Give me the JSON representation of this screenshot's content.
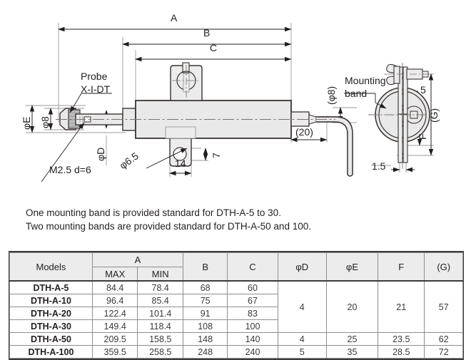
{
  "drawing": {
    "dimensions": {
      "A": "A",
      "B": "B",
      "C": "C",
      "phiE": "φE",
      "phi8_left": "φ8",
      "phiD": "φD",
      "phi6_5": "φ6.5",
      "w14": "14",
      "h7": "7",
      "cable20": "(20)",
      "phi8_right": "(φ8)",
      "band5": "5",
      "bandG": "(G)",
      "bandF": "F",
      "band1_5": "1.5"
    },
    "annotations": {
      "probe_line1": "Probe",
      "probe_line2": "X-I-DT",
      "thread": "M2.5 d=6",
      "mounting_line1": "Mounting",
      "mounting_line2": "band"
    },
    "colors": {
      "outline": "#3a3432",
      "body_fill": "#e9e9e9",
      "light_fill": "#f2f2f2",
      "thin_line": "#9a9a9a",
      "center_line": "#7a7270"
    }
  },
  "notes": {
    "line1": "One mounting band is provided standard for DTH-A-5 to 30.",
    "line2": "Two mounting bands are provided standard for DTH-A-50 and 100."
  },
  "table": {
    "headers": {
      "models": "Models",
      "a": "A",
      "a_max": "MAX",
      "a_min": "MIN",
      "b": "B",
      "c": "C",
      "phi_d": "φD",
      "phi_e": "φE",
      "f": "F",
      "g": "(G)"
    },
    "rows": [
      {
        "model": "DTH-A-5",
        "a_max": "84.4",
        "a_min": "78.4",
        "b": "68",
        "c": "60"
      },
      {
        "model": "DTH-A-10",
        "a_max": "96.4",
        "a_min": "85.4",
        "b": "75",
        "c": "67"
      },
      {
        "model": "DTH-A-20",
        "a_max": "122.4",
        "a_min": "101.4",
        "b": "91",
        "c": "83"
      },
      {
        "model": "DTH-A-30",
        "a_max": "149.4",
        "a_min": "118.4",
        "b": "108",
        "c": "100"
      },
      {
        "model": "DTH-A-50",
        "a_max": "209.5",
        "a_min": "158.5",
        "b": "148",
        "c": "140",
        "phi_d": "4",
        "phi_e": "25",
        "f": "23.5",
        "g": "62"
      },
      {
        "model": "DTH-A-100",
        "a_max": "359.5",
        "a_min": "258.5",
        "b": "248",
        "c": "240",
        "phi_d": "5",
        "phi_e": "35",
        "f": "28.5",
        "g": "72"
      }
    ],
    "merged_group": {
      "phi_d": "4",
      "phi_e": "20",
      "f": "21",
      "g": "57"
    }
  }
}
